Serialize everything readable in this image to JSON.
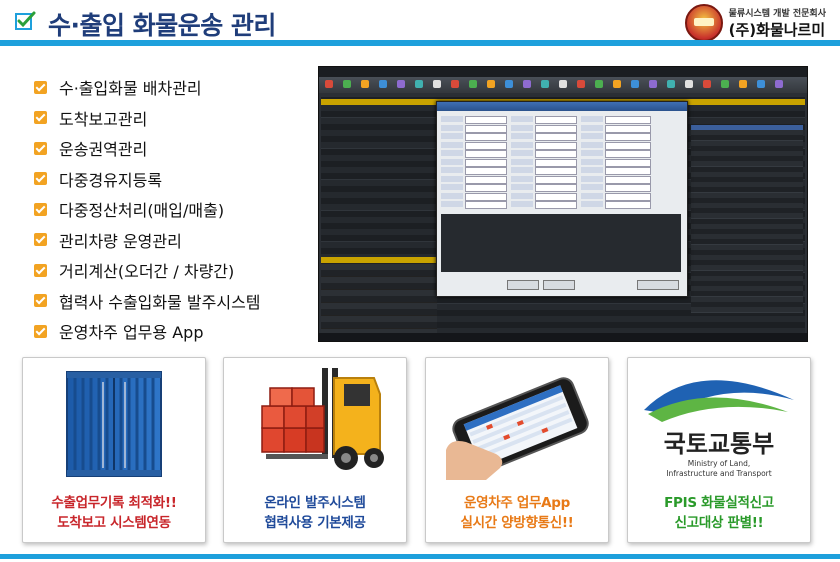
{
  "header": {
    "title": "수·출입 화물운송 관리",
    "brand_tagline": "물류시스템 개발 전문회사",
    "brand_name": "(주)화물나르미"
  },
  "features": [
    "수·출입화물 배차관리",
    "도착보고관리",
    "운송권역관리",
    "다중경유지등록",
    "다중정산처리(매입/매출)",
    "관리차량 운영관리",
    "거리계산(오더간 / 차량간)",
    "협력사 수출입화물 발주시스템",
    "운영차주 업무용 App"
  ],
  "cards": [
    {
      "line1": "수출업무기록 최적화!!",
      "line2": "도착보고 시스템연동",
      "image": "shipping-container-icon"
    },
    {
      "line1": "온라인 발주시스템",
      "line2": "협력사용 기본제공",
      "image": "forklift-icon"
    },
    {
      "line1": "운영차주 업무App",
      "line2": "실시간 양방향통신!!",
      "image": "smartphone-app-icon"
    },
    {
      "line1": "FPIS 화물실적신고",
      "line2": "신고대상 판별!!",
      "image": "ministry-logo"
    }
  ],
  "ministry_logo": {
    "name_ko": "국토교통부",
    "name_en_1": "Ministry of Land,",
    "name_en_2": "Infrastructure and Transport"
  },
  "colors": {
    "title": "#1f3d7a",
    "accent_bar": "#1ea0dc",
    "bullet": "#f2a322",
    "card1_text": "#c8262b",
    "card2_text": "#1f4a9a",
    "card3_text": "#e87a17",
    "card4_text": "#2a9a2a"
  }
}
